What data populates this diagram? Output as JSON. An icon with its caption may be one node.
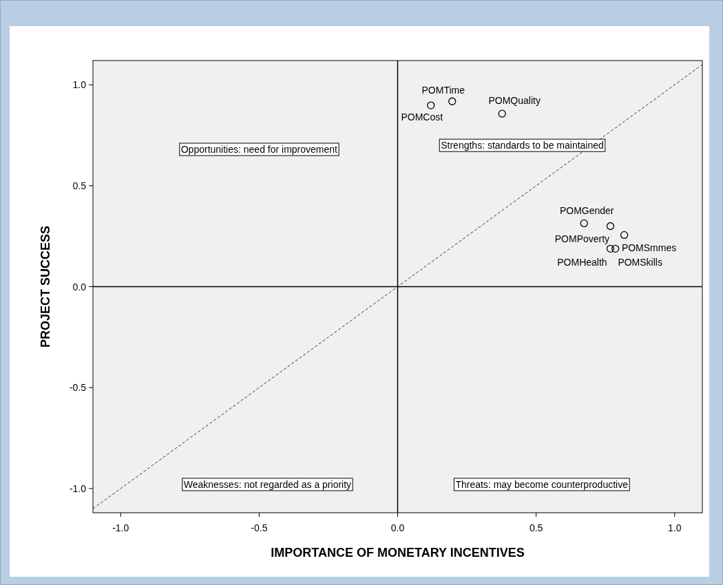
{
  "diagram": {
    "chart_data": {
      "type": "scatter",
      "xlabel": "IMPORTANCE OF MONETARY INCENTIVES",
      "ylabel": "PROJECT SUCCESS",
      "x": [
        0.12,
        0.197,
        0.377,
        0.673,
        0.768,
        0.818,
        0.768,
        0.786
      ],
      "series": [
        {
          "values": [
            0.898,
            0.918,
            0.857,
            0.314,
            0.3,
            0.256,
            0.188,
            0.188
          ]
        },
        {
          "type": "line",
          "x": [
            -1.1,
            1.1
          ],
          "values": [
            -1.1,
            1.1
          ],
          "color": "#333333",
          "line_style": "dashed"
        }
      ],
      "value_labels": [
        "POMCost",
        "POMTime",
        "POMQuality",
        "POMGender",
        "POMPoverty",
        "POMSmmes",
        "POMHealth",
        "POMSkills"
      ],
      "xlim": [
        -1.1,
        1.1
      ],
      "ylim": [
        -1.12,
        1.12
      ],
      "xticks": [
        {
          "value": -1.0,
          "label": "-1.0"
        },
        {
          "value": -0.5,
          "label": "-0.5"
        },
        {
          "value": 0.0,
          "label": "0.0"
        },
        {
          "value": 0.5,
          "label": "0.5"
        },
        {
          "value": 1.0,
          "label": "1.0"
        }
      ],
      "yticks": [
        {
          "value": 1.0,
          "label": "1.0"
        },
        {
          "value": 0.5,
          "label": "0.5"
        },
        {
          "value": 0.0,
          "label": "0.0"
        },
        {
          "value": -0.5,
          "label": "-0.5"
        },
        {
          "value": -1.0,
          "label": "-1.0"
        }
      ],
      "annotations": [
        "Opportunities: need for improvement",
        "Strengths: standards to be maintained",
        "Weaknesses: not regarded as a priority",
        "Threats: may become counterproductive"
      ]
    }
  }
}
